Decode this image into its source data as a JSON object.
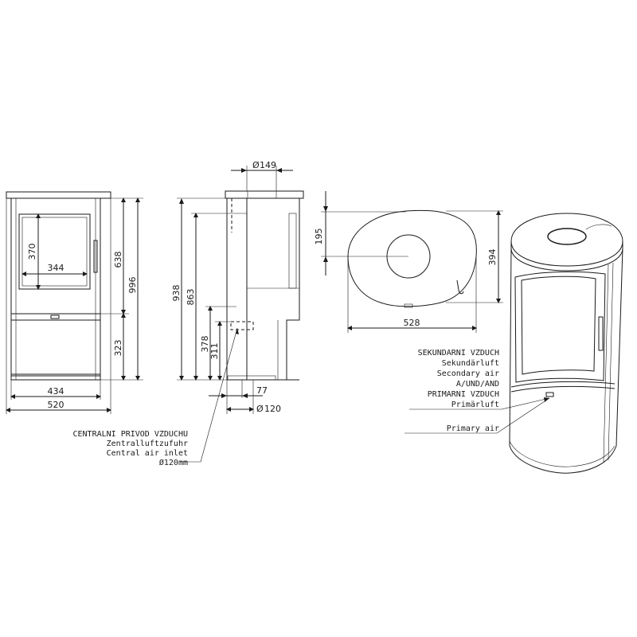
{
  "front_view": {
    "dims": {
      "door_h": "370",
      "door_w": "344",
      "upper_h": "638",
      "total_h": "996",
      "lower_h": "323",
      "inner_w": "434",
      "total_w": "520"
    }
  },
  "side_view": {
    "dims": {
      "flue_d": "149",
      "h938": "938",
      "h863": "863",
      "h378": "378",
      "h311": "311",
      "d77": "77",
      "inlet_d": "120"
    },
    "note_lines": [
      "CENTRALNI PRIVOD VZDUCHU",
      "Zentralluftzufuhr",
      "Central air inlet",
      "Ø120mm"
    ]
  },
  "top_view": {
    "dims": {
      "d195": "195",
      "d394": "394",
      "d528": "528"
    }
  },
  "iso_view": {
    "note_lines": [
      "SEKUNDARNI VZDUCH",
      "Sekundärluft",
      "Secondary air",
      "A/UND/AND",
      "PRIMARNI VZDUCH",
      "Primärluft",
      "Primary air"
    ]
  }
}
